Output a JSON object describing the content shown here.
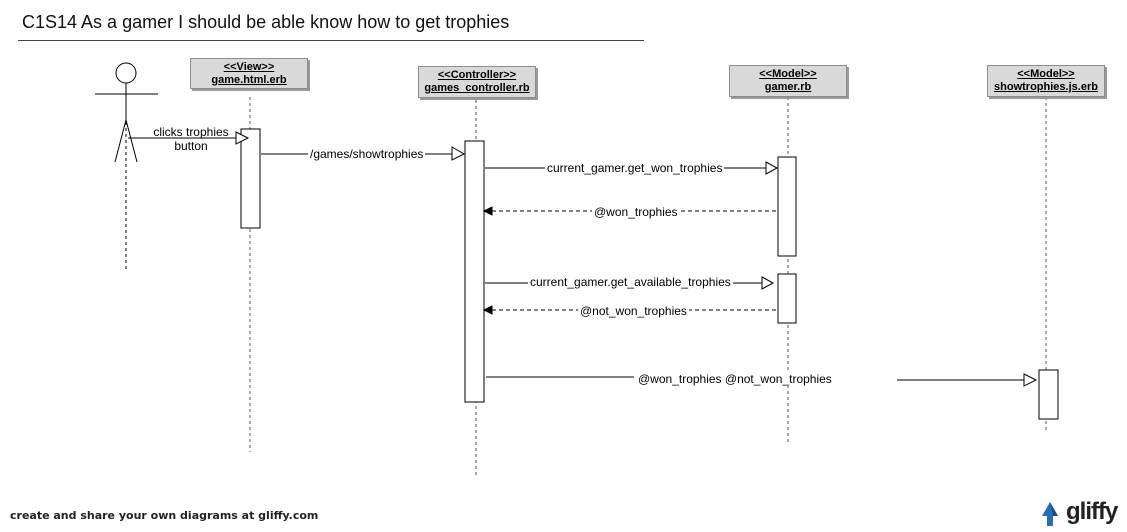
{
  "title": "C1S14 As a gamer I should be able know how to get trophies",
  "actor": {
    "label_line1": "clicks  trophies",
    "label_line2": "button"
  },
  "lifelines": [
    {
      "stereotype": "<<View>>",
      "name": "game.html.erb"
    },
    {
      "stereotype": "<<Controller>>",
      "name": "games_controller.rb"
    },
    {
      "stereotype": "<<Model>>",
      "name": "gamer.rb"
    },
    {
      "stereotype": "<<Model>>",
      "name": "showtrophies.js.erb"
    }
  ],
  "messages": {
    "m1": "/games/showtrophies",
    "m2": "current_gamer.get_won_trophies",
    "m3": "@won_trophies",
    "m4": "current_gamer.get_available_trophies",
    "m5": "@not_won_trophies",
    "m6": "@won_trophies @not_won_trophies"
  },
  "footer": "create and share your own diagrams at gliffy.com",
  "logo": {
    "text": "gliffy",
    "icon": "gliffy-logo-icon"
  }
}
